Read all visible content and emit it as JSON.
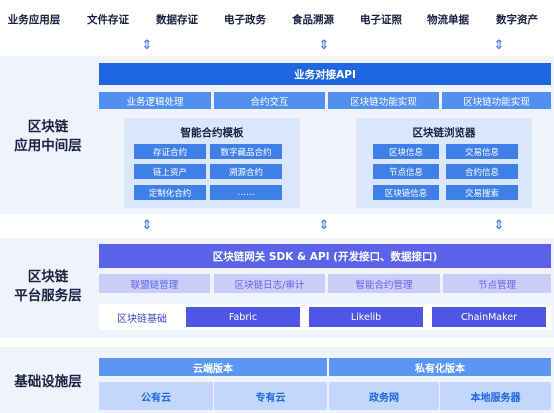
{
  "top_row": [
    "业务应用层",
    "文件存证",
    "数据存证",
    "电子政务",
    "食品溯源",
    "电子证照",
    "物流单据",
    "数字资产"
  ],
  "middle_layer": {
    "title_line1": "区块链",
    "title_line2": "应用中间层",
    "api_bar": "业务对接API",
    "features": [
      "业务逻辑处理",
      "合约交互",
      "区块链功能实现",
      "区块链功能实现"
    ],
    "contract_panel": {
      "title": "智能合约模板",
      "items": [
        "存证合约",
        "数字藏品合约",
        "链上资产",
        "溯源合约",
        "定制化合约",
        "……"
      ]
    },
    "browser_panel": {
      "title": "区块链浏览器",
      "items": [
        "区块信息",
        "交易信息",
        "节点信息",
        "合约信息",
        "区块链信息",
        "交易搜索"
      ]
    }
  },
  "platform_layer": {
    "title_line1": "区块链",
    "title_line2": "平台服务层",
    "gateway_bar": "区块链网关 SDK & API (开发接口、数据接口)",
    "services": [
      "联盟链管理",
      "区块链日志/审计",
      "智能合约管理",
      "节点管理"
    ],
    "base_label": "区块链基础",
    "bases": [
      "Fabric",
      "Likelib",
      "ChainMaker"
    ]
  },
  "infra_layer": {
    "title": "基础设施层",
    "cloud_version": "云端版本",
    "private_version": "私有化版本",
    "items": [
      "公有云",
      "专有云",
      "政务网",
      "本地服务器"
    ]
  },
  "arrow_glyph": "⇕"
}
